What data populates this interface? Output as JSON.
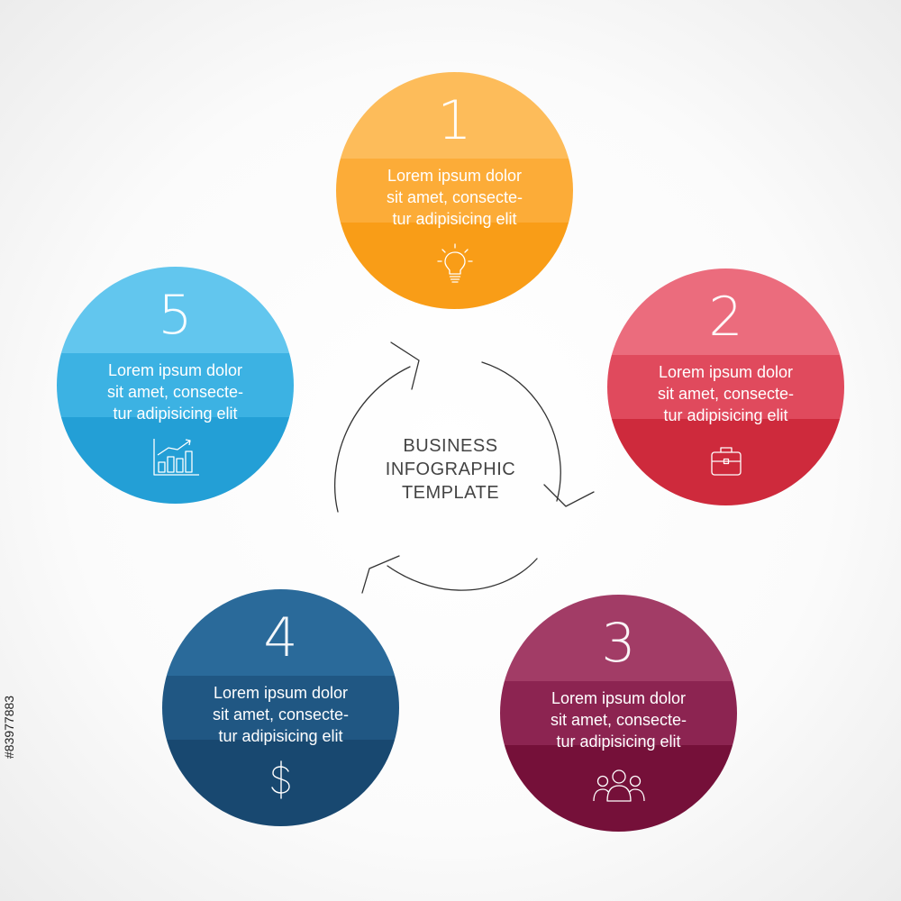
{
  "diagram": {
    "center_title": [
      "BUSINESS",
      "INFOGRAPHIC",
      "TEMPLATE"
    ],
    "steps": [
      {
        "number": "1",
        "text": [
          "Lorem ipsum dolor",
          "sit amet, consecte-",
          "tur adipisicing elit"
        ],
        "icon": "lightbulb-icon",
        "colors": [
          "#fdbc5a",
          "#fcac38",
          "#f99d17"
        ]
      },
      {
        "number": "2",
        "text": [
          "Lorem ipsum dolor",
          "sit amet, consecte-",
          "tur adipisicing elit"
        ],
        "icon": "briefcase-icon",
        "colors": [
          "#eb6c7d",
          "#e04a5d",
          "#ce2a3c"
        ]
      },
      {
        "number": "3",
        "text": [
          "Lorem ipsum dolor",
          "sit amet, consecte-",
          "tur adipisicing elit"
        ],
        "icon": "team-icon",
        "colors": [
          "#a23c66",
          "#8c2451",
          "#751039"
        ]
      },
      {
        "number": "4",
        "text": [
          "Lorem ipsum dolor",
          "sit amet, consecte-",
          "tur adipisicing elit"
        ],
        "icon": "dollar-icon",
        "colors": [
          "#2a6a9a",
          "#205783",
          "#184870"
        ]
      },
      {
        "number": "5",
        "text": [
          "Lorem ipsum dolor",
          "sit amet, consecte-",
          "tur adipisicing elit"
        ],
        "icon": "bar-chart-icon",
        "colors": [
          "#62c6ee",
          "#3cb2e3",
          "#239fd6"
        ]
      }
    ]
  },
  "watermark": {
    "stock_id": "#83977883"
  }
}
